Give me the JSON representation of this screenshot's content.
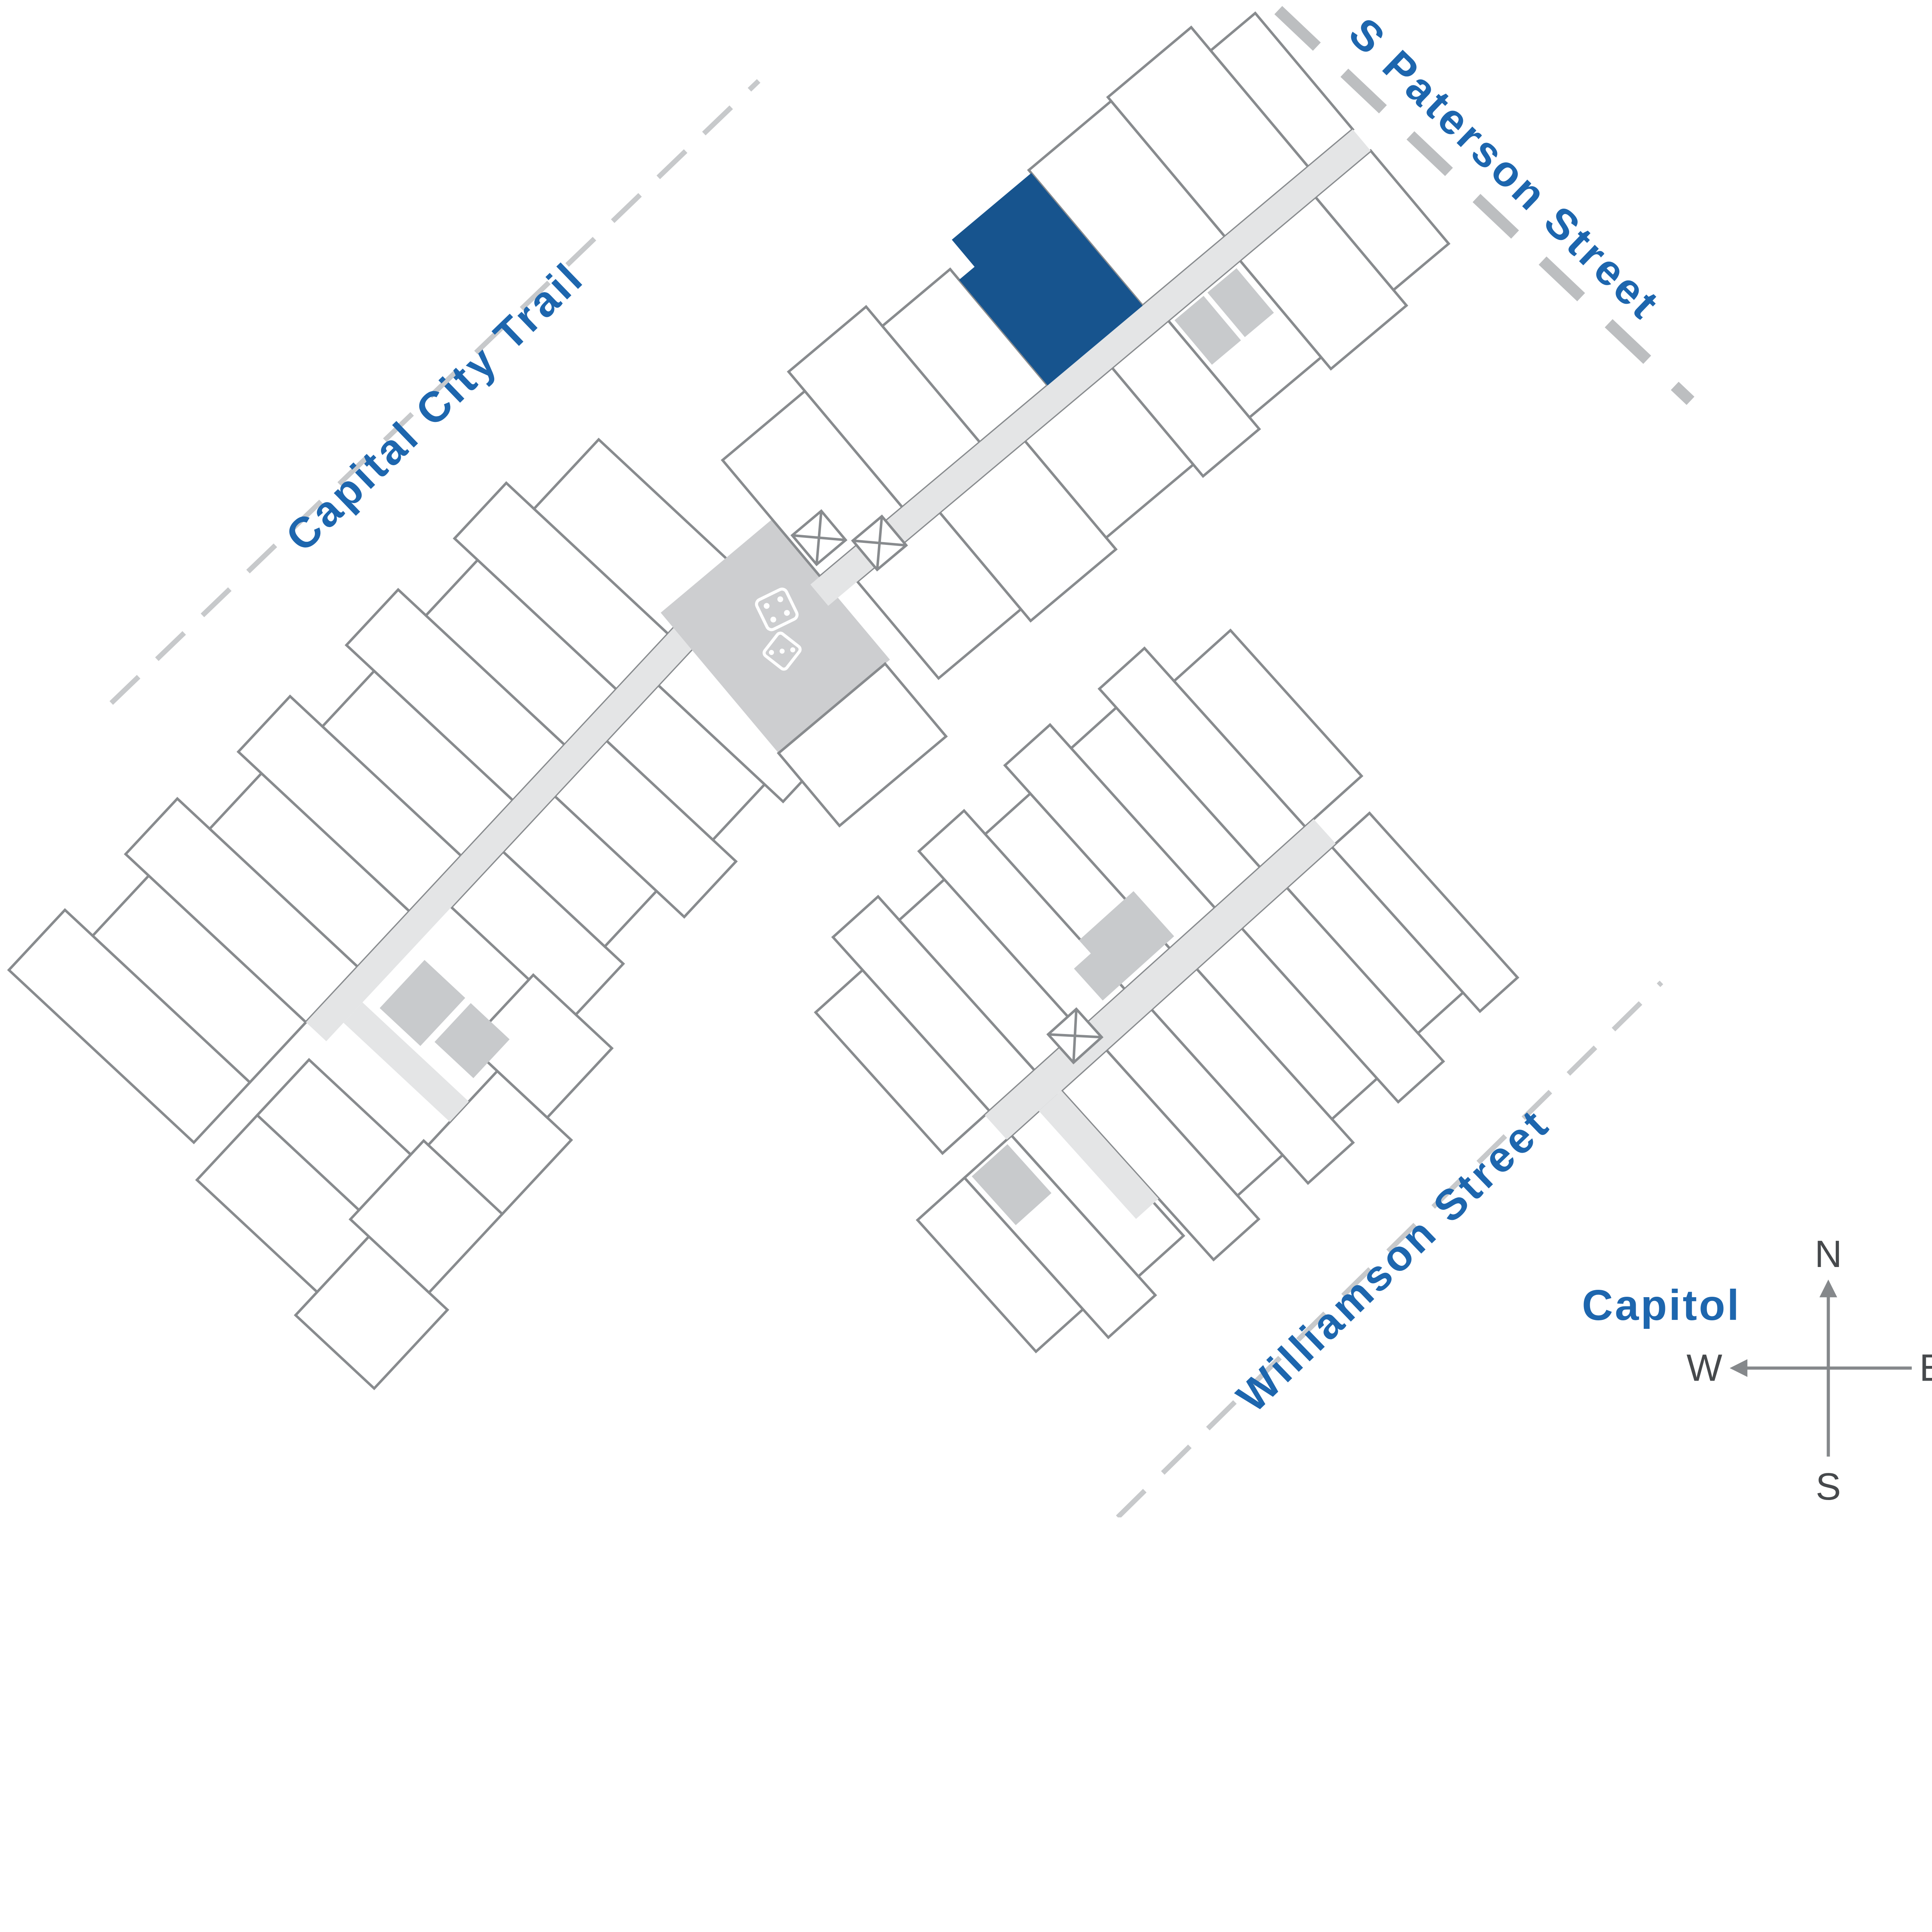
{
  "map": {
    "streets": [
      {
        "name": "capital-city-trail",
        "label": "Capital City Trail"
      },
      {
        "name": "s-paterson-street",
        "label": "S Paterson Street"
      },
      {
        "name": "williamson-street",
        "label": "Williamson Street"
      }
    ],
    "landmarks": [
      {
        "name": "capitol",
        "label": "Capitol"
      }
    ],
    "compass": {
      "north": "N",
      "east": "E",
      "south": "S",
      "west": "W"
    },
    "highlighted_unit": {
      "building": "north-building",
      "color": "#17548E"
    },
    "icons": [
      {
        "name": "dice-icon"
      },
      {
        "name": "stairs-icon"
      },
      {
        "name": "stairs-icon"
      },
      {
        "name": "stairs-icon"
      }
    ],
    "colors": {
      "highlight": "#17548E",
      "street_label": "#1D66AE",
      "building_outline": "#888B8E",
      "corridor": "#E4E5E6",
      "courtyard": "#CDCED0",
      "patio": "#C8CACC",
      "street_dash": "#C7C9CB"
    }
  }
}
